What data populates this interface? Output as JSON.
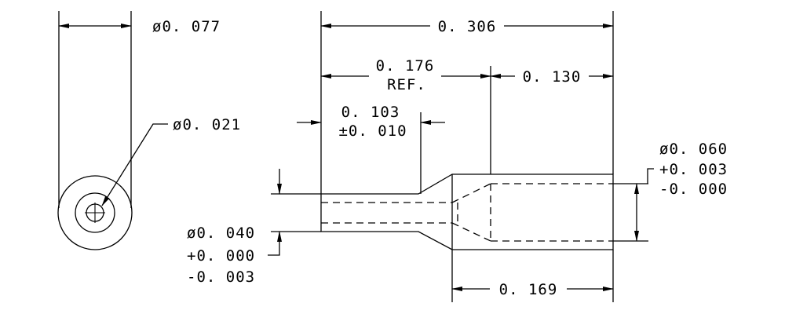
{
  "dimensions": {
    "end_diameter": "ø0. 077",
    "hole_diameter": "ø0. 021",
    "overall_length": "0. 306",
    "ref_length": "0. 176",
    "ref_label": "REF.",
    "right_length": "0. 130",
    "mid_length": "0. 103",
    "mid_tolerance": "±0. 010",
    "large_diameter": "ø0. 060",
    "large_tol_plus": "+0. 003",
    "large_tol_minus": "-0. 000",
    "small_diameter": "ø0. 040",
    "small_tol_plus": "+0. 000",
    "small_tol_minus": "-0. 003",
    "bottom_length": "0. 169"
  }
}
